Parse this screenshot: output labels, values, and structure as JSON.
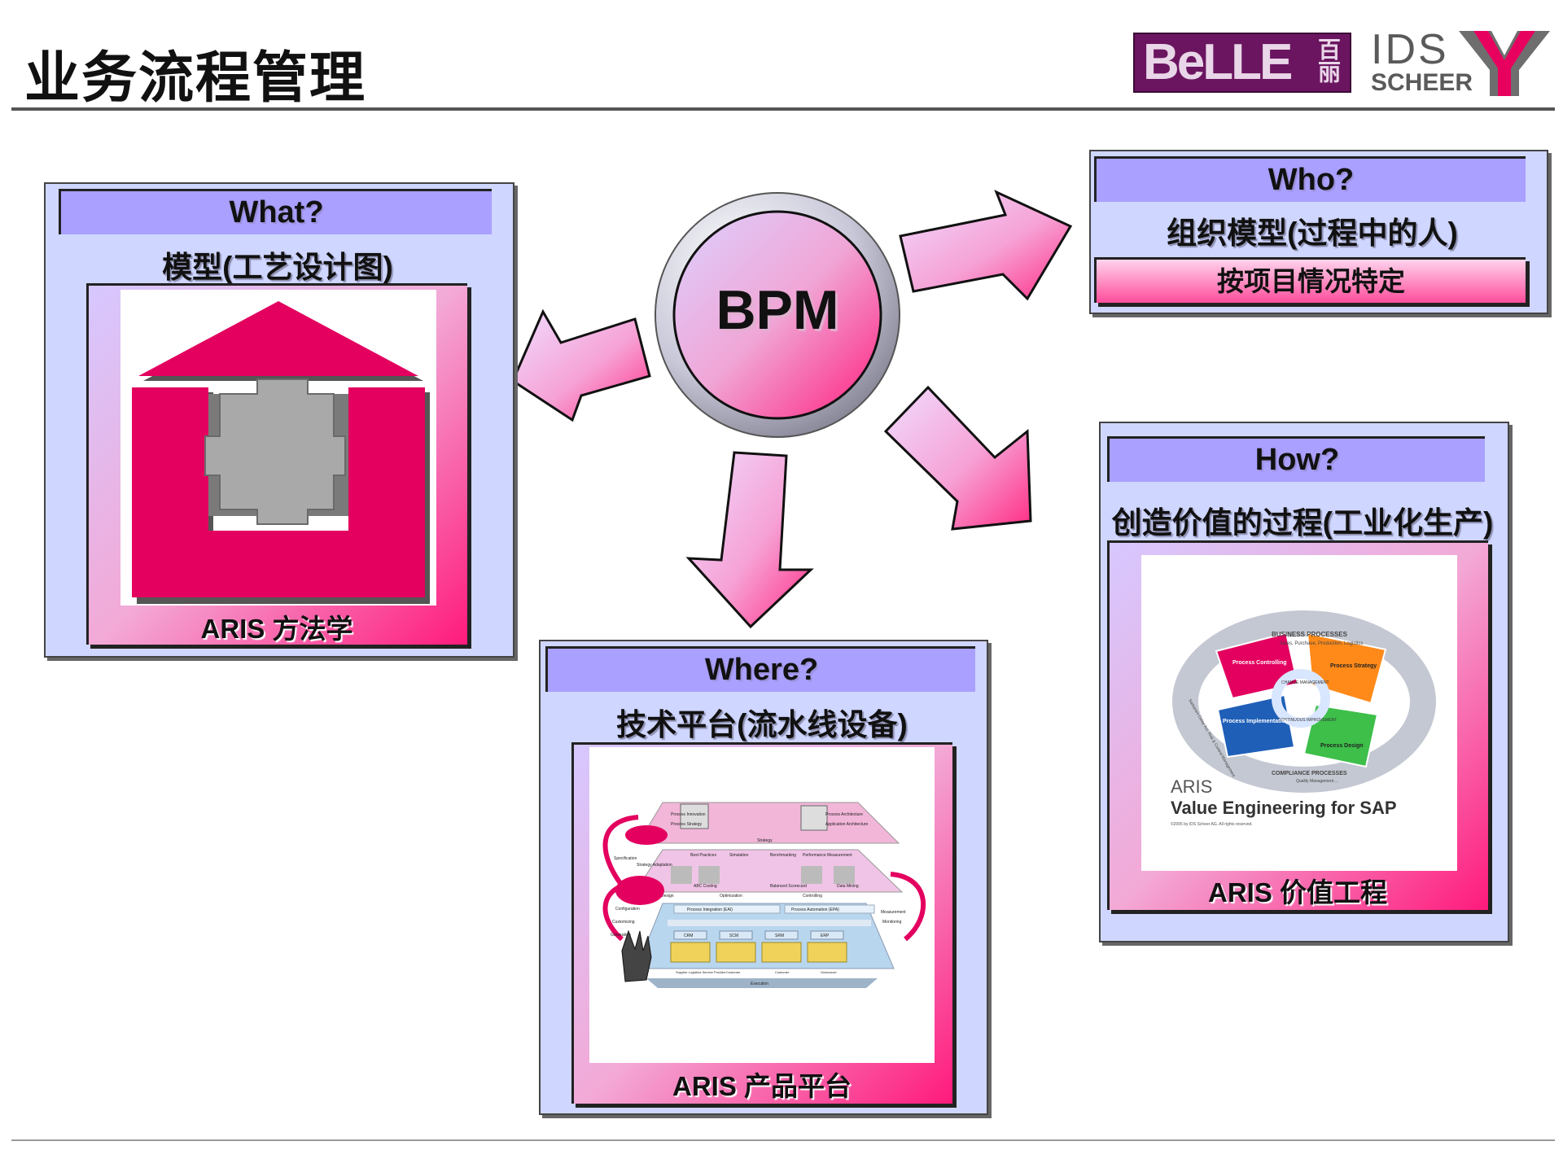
{
  "title": "业务流程管理",
  "logos": {
    "belle": "BeLLE",
    "belle_cn": "百丽",
    "ids": "IDS",
    "scheer": "SCHEER"
  },
  "center": {
    "label": "BPM"
  },
  "what": {
    "question": "What?",
    "subtitle": "模型(工艺设计图)",
    "caption": "ARIS 方法学"
  },
  "who": {
    "question": "Who?",
    "subtitle": "组织模型(过程中的人)",
    "tag": "按项目情况特定"
  },
  "how": {
    "question": "How?",
    "subtitle": "创造价值的过程(工业化生产)",
    "caption": "ARIS 价值工程",
    "figure": {
      "ring_top": "BUSINESS PROCESSES",
      "ring_top_sub": "Sales, Purchase, Production, Logistics",
      "ring_bottom": "COMPLIANCE PROCESSES",
      "ring_bottom_sub": "Quality Management ...",
      "ring_left": "Sarbanes-Oxley Act, Risk & Control Management",
      "inner_top": "CHANGE MANAGEMENT",
      "inner_bottom": "CONTINUOUS IMPROVEMENT",
      "quad1": "Process Controlling",
      "quad2": "Process Strategy",
      "quad3": "Process Implementation",
      "quad4": "Process Design",
      "brand": "ARIS",
      "product": "Value Engineering for SAP",
      "copyright": "©2005 by IDS Scheer AG. All rights reserved."
    }
  },
  "where": {
    "question": "Where?",
    "subtitle": "技术平台(流水线设备)",
    "caption": "ARIS 产品平台",
    "figure": {
      "l1_left": "Process Innovation",
      "l1_left2": "Process Strategy",
      "l1_right": "Process Architecture",
      "l1_right2": "Application Architecture",
      "l1_label": "Strategy",
      "l2_a": "Best Practices",
      "l2_b": "Simulation",
      "l2_c": "Benchmarking",
      "l2_d": "Performance Measurement",
      "l2_e": "Strategy Adaptation",
      "l2_f": "ABC Costing",
      "l2_g": "Balanced Scorecard",
      "l2_h": "Data Mining",
      "l2_design": "Design",
      "l2_opt": "Optimization",
      "l2_ctrl": "Controlling",
      "side_spec": "Specification",
      "side_config": "Configuration",
      "side_custom": "Customizing",
      "side_gen": "Generation",
      "side_meas": "Measurement",
      "side_mon": "Monitoring",
      "l3_eai": "Process Integration (EAI)",
      "l3_epa": "Process Automation (EPA)",
      "sys": [
        "CRM",
        "SCM",
        "SRM",
        "ERP"
      ],
      "actors": [
        "Supplier Logistics Service Provider",
        "Customer",
        "Customer",
        "Outsourcer"
      ],
      "l3_exec": "Execution"
    }
  },
  "colors": {
    "accent": "#e8005f",
    "panel": "#cfd6ff",
    "bar": "#a9a0ff",
    "belle": "#6b1560"
  }
}
